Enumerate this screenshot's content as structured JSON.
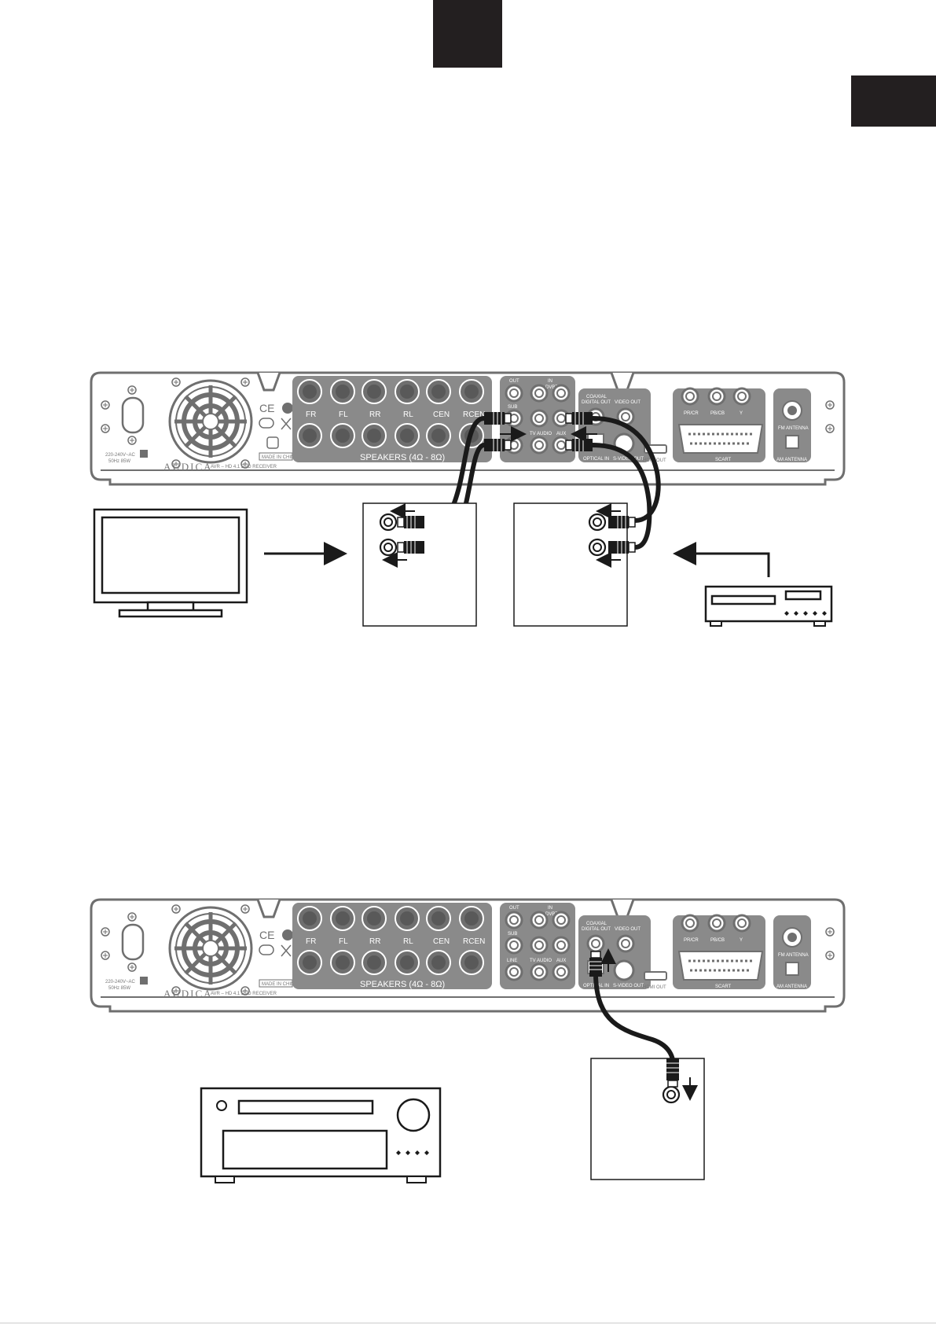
{
  "colors": {
    "tab": "#231f20",
    "panel_grey": "#8a8a8a",
    "outline": "#6f6f6f",
    "cable": "#1a1a1a"
  },
  "device": {
    "brand": "AUDICA",
    "model": "AVR – HD 4.1 DVD RECEIVER",
    "power_rating_line1": "220-240V~AC",
    "power_rating_line2": "50Hz 85W",
    "made_in": "MADE IN CHINA",
    "speakers_title": "SPEAKERS (4Ω - 8Ω)",
    "speaker_channels": [
      "FR",
      "FL",
      "RR",
      "RL",
      "CEN",
      "RCEN"
    ],
    "audio_panel": {
      "out_label": "OUT",
      "in_label": "IN",
      "dvbt_label": "DVBT",
      "sub_label": "SUB",
      "tv_audio_label": "TV AUDIO",
      "aux_label": "AUX",
      "line_label": "LINE"
    },
    "coaxial_label_1": "COAXIAL",
    "coaxial_label_2": "DIGITAL OUT",
    "video_out_label": "VIDEO OUT",
    "optical_in_label": "OPTICAL IN",
    "s_video_label": "S-VIDEO OUT",
    "hdmi_label": "HDMI OUT",
    "component_labels": [
      "PR/CR",
      "PB/CB",
      "Y"
    ],
    "scart_label": "SCART",
    "fm_antenna_label": "FM ANTENNA",
    "am_antenna_label": "AM ANTENNA"
  },
  "diagrams": [
    {
      "id": "diagram-top",
      "devices": [
        "tv-icon",
        "tv-audio-jack-box",
        "aux-jack-box",
        "cd-player-icon"
      ]
    },
    {
      "id": "diagram-bottom",
      "devices": [
        "av-amplifier-icon",
        "coaxial-input-box"
      ]
    }
  ]
}
